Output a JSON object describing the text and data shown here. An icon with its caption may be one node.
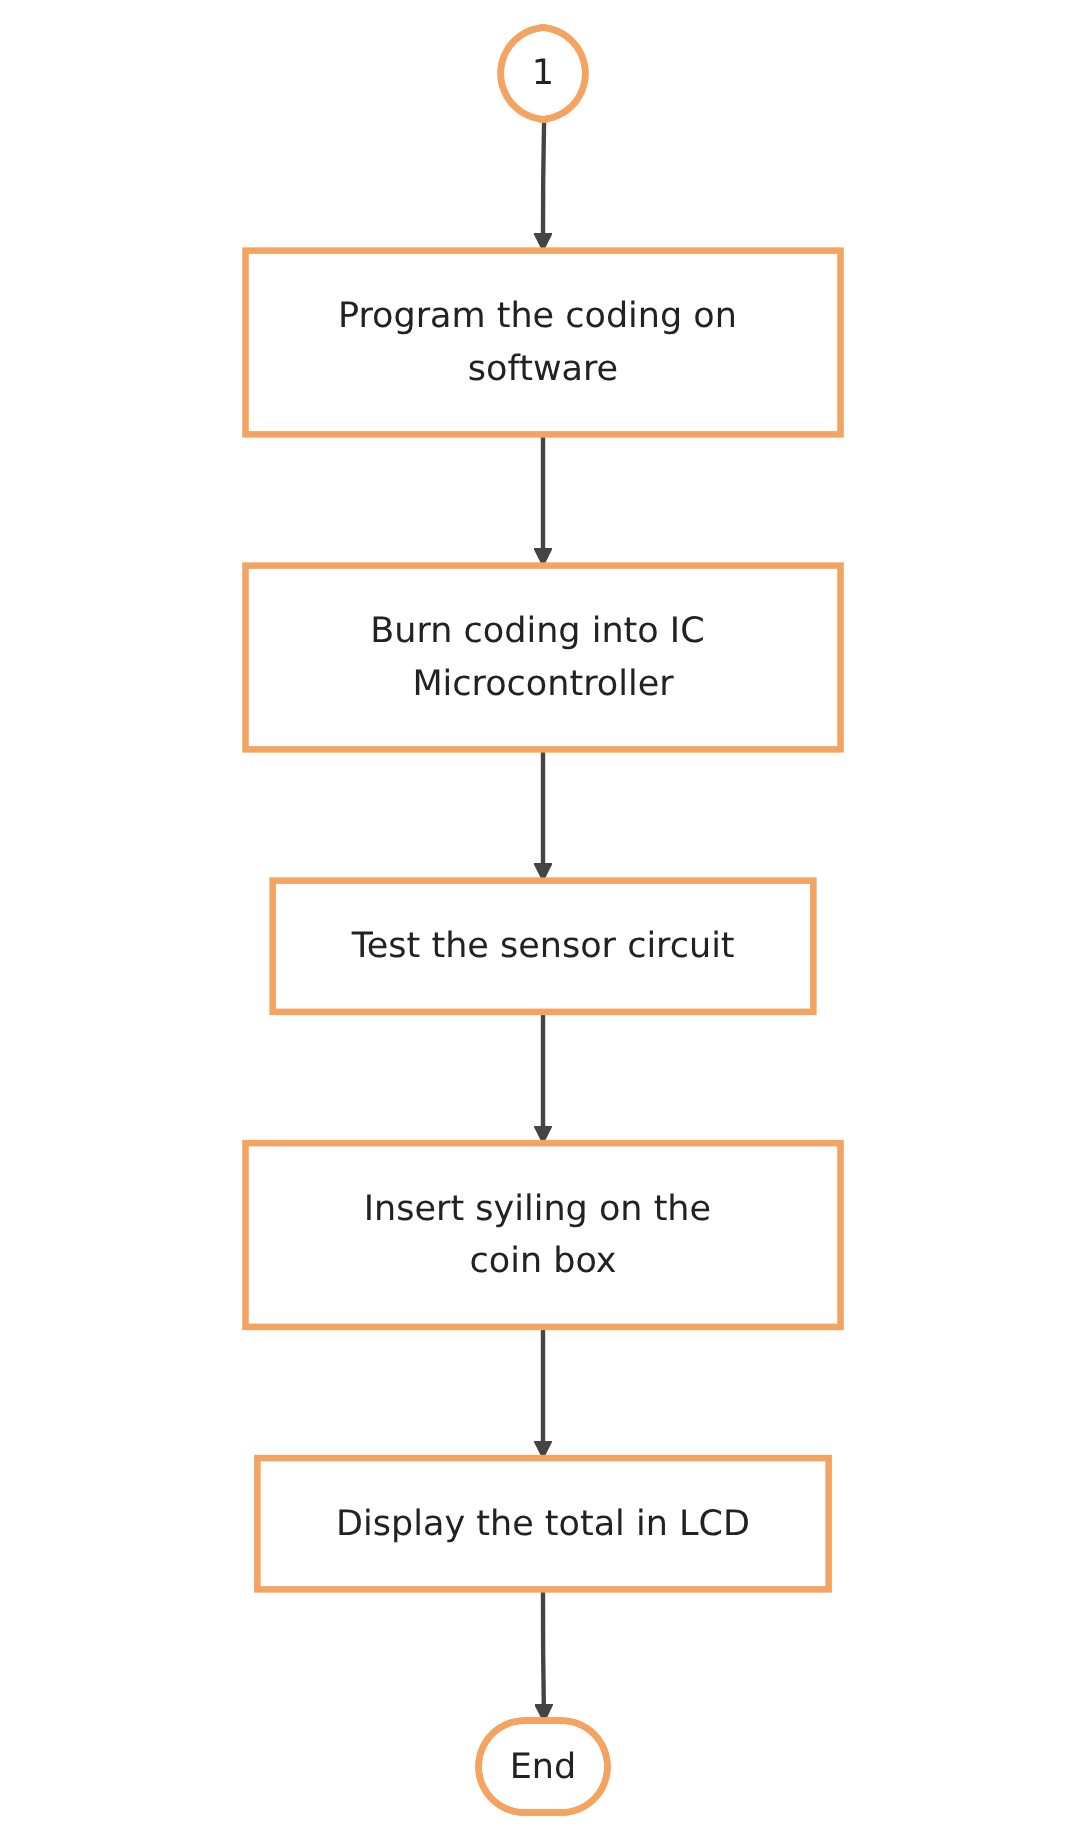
{
  "diagram": {
    "nodes": [
      {
        "text": [
          "1"
        ]
      },
      {
        "text": [
          "Program the coding on software"
        ]
      },
      {
        "text": [
          "Burn coding into IC Microcontroller"
        ]
      },
      {
        "text": [
          "Test the sensor circuit"
        ]
      },
      {
        "text": [
          "Insert syiling on the coin box"
        ]
      },
      {
        "text": [
          "Display the total in LCD"
        ]
      },
      {
        "text": [
          "End"
        ]
      }
    ],
    "edges": [
      {
        "from": 0,
        "to": 1,
        "arrow": "to"
      },
      {
        "from": 1,
        "to": 2,
        "arrow": "to"
      },
      {
        "from": 2,
        "to": 3,
        "arrow": "to"
      },
      {
        "from": 3,
        "to": 4,
        "arrow": "to"
      },
      {
        "from": 4,
        "to": 5,
        "arrow": "to"
      },
      {
        "from": 5,
        "to": 6,
        "arrow": "to"
      }
    ]
  }
}
